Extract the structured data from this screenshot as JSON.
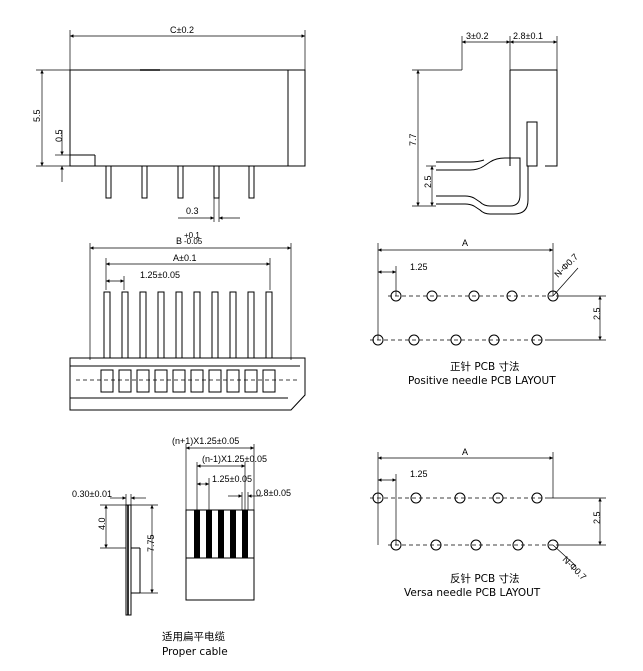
{
  "front_view": {
    "width_label": "C±0.2",
    "height_label": "5.5",
    "offset_label": "0.5",
    "pitch_label": "0.3"
  },
  "side_view": {
    "dim_a": "3±0.2",
    "dim_b": "2.8±0.1",
    "height_label": "7.7",
    "lead_label": "2.5"
  },
  "top_view": {
    "outer_label": "B",
    "outer_tol_plus": "+0.1",
    "outer_tol_minus": "-0.05",
    "mid_label": "A±0.1",
    "pitch_label": "1.25±0.05"
  },
  "positive_layout": {
    "dim_a": "A",
    "pitch": "1.25",
    "row_spacing": "2.5",
    "hole_label": "N-Φ0.7",
    "caption_cn": "正针  PCB  寸法",
    "caption_en": "Positive needle PCB LAYOUT"
  },
  "versa_layout": {
    "dim_a": "A",
    "pitch": "1.25",
    "row_spacing": "2.5",
    "hole_label": "N-Φ0.7",
    "caption_cn": "反针  PCB  寸法",
    "caption_en": "Versa  needle PCB LAYOUT"
  },
  "cable": {
    "dim_total": "(n+1)X1.25±0.05",
    "dim_inner": "(n-1)X1.25±0.05",
    "dim_pitch": "1.25±0.05",
    "dim_conductor": "0.8±0.05",
    "dim_thickness": "0.30±0.01",
    "dim_len_a": "4.0",
    "dim_len_b": "7.75",
    "caption_cn": "适用扁平电缆",
    "caption_en": "Proper cable"
  }
}
